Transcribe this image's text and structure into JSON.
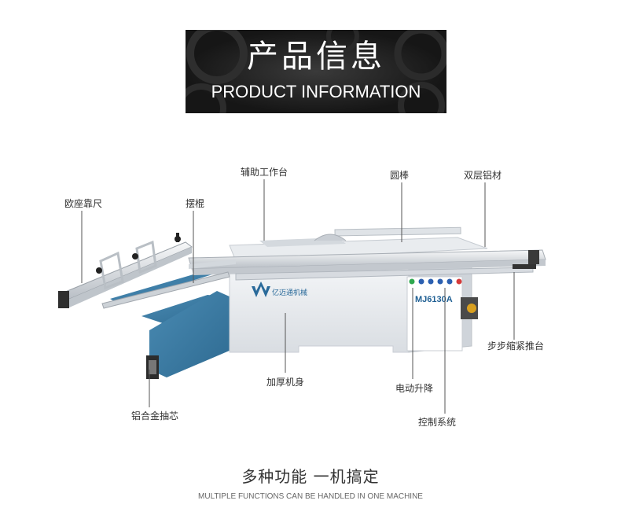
{
  "banner": {
    "title": "产品信息",
    "subtitle": "PRODUCT INFORMATION"
  },
  "machine": {
    "brand_text": "亿迈通机械",
    "model": "MJ6130A"
  },
  "callouts": {
    "european_fence": "欧座靠尺",
    "swing_arm": "摆棍",
    "aux_table": "辅助工作台",
    "round_bar": "圆棒",
    "double_layer_aluminum": "双层铝材",
    "stepwise_push_table": "步步缩紧推台",
    "thick_body": "加厚机身",
    "electric_lift": "电动升降",
    "control_system": "控制系统",
    "aluminum_core": "铝合金抽芯"
  },
  "footer": {
    "tagline": "多种功能 一机搞定",
    "tagline_en": "MULTIPLE FUNCTIONS CAN BE HANDLED IN ONE MACHINE"
  },
  "colors": {
    "banner_bg": "#1c1c1c",
    "machine_body": "#e6e9ed",
    "machine_blue": "#3e7ea6",
    "leader_line": "#555555"
  }
}
